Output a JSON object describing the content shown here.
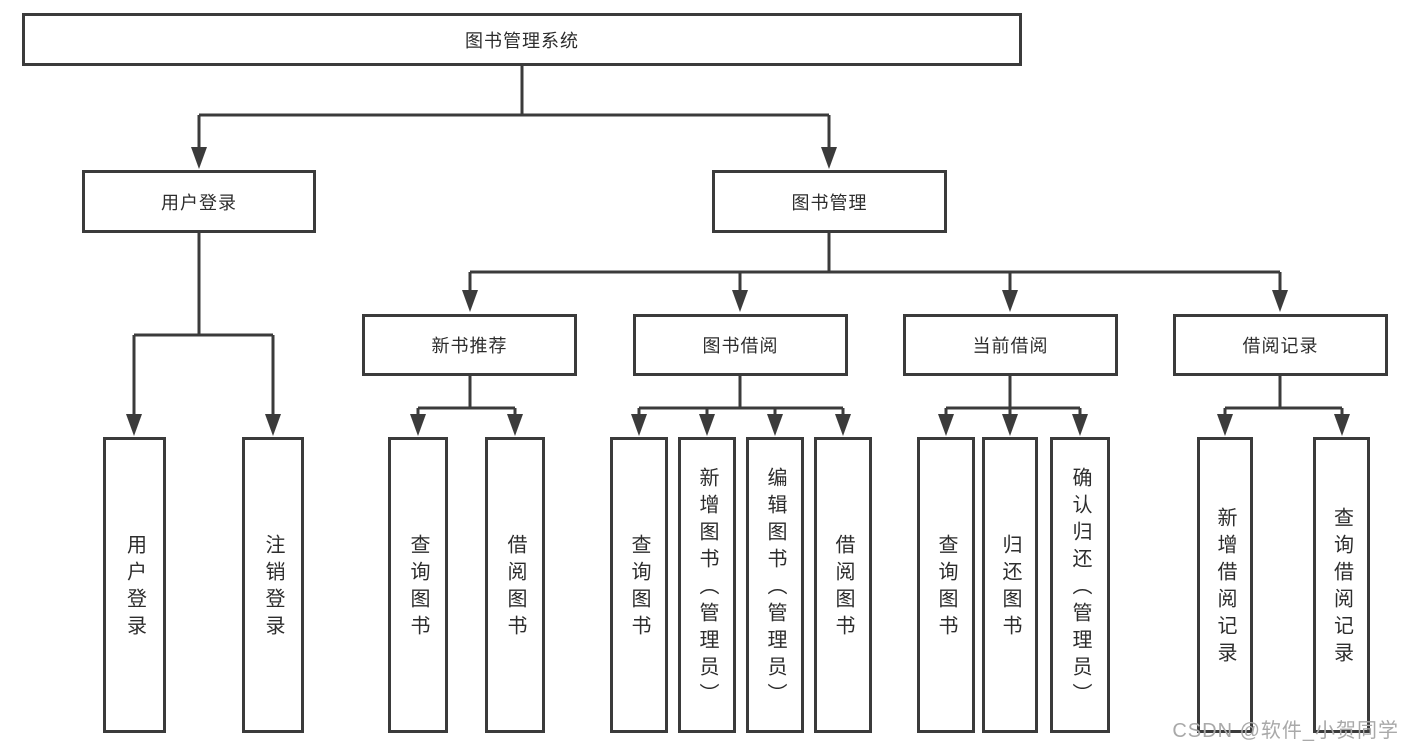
{
  "colors": {
    "line": "#3b3b3b",
    "text": "#2d2d2d",
    "background": "#ffffff",
    "watermark": "#a9a9a9"
  },
  "watermark": "CSDN @软件_小贺同学",
  "nodes": {
    "root": "图书管理系统",
    "user_login": "用户登录",
    "book_mgmt": "图书管理",
    "new_books": "新书推荐",
    "book_borrow": "图书借阅",
    "current_borrow": "当前借阅",
    "borrow_records": "借阅记录",
    "leaf_user_login": "用户登录",
    "leaf_logout": "注销登录",
    "leaf_nb_query": "查询图书",
    "leaf_nb_borrow": "借阅图书",
    "leaf_bw_query": "查询图书",
    "leaf_bw_add": "新增图书（管理员）",
    "leaf_bw_edit": "编辑图书（管理员）",
    "leaf_bw_borrow": "借阅图书",
    "leaf_cur_query": "查询图书",
    "leaf_cur_return": "归还图书",
    "leaf_cur_confirm": "确认归还（管理员）",
    "leaf_rec_add": "新增借阅记录",
    "leaf_rec_query": "查询借阅记录"
  }
}
